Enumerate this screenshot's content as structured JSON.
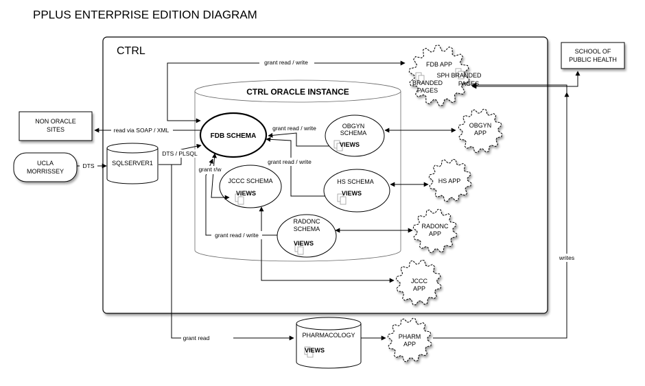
{
  "page_title": "PPLUS ENTERPRISE EDITION DIAGRAM",
  "nodes": {
    "ctrl": "CTRL",
    "oracle_instance": "CTRL ORACLE INSTANCE",
    "fdb_schema": "FDB SCHEMA",
    "obgyn_schema": [
      "OBGYN",
      "SCHEMA"
    ],
    "hs_schema": "HS SCHEMA",
    "jccc_schema": "JCCC SCHEMA",
    "radonc_schema": [
      "RADONC",
      "SCHEMA"
    ],
    "views": "VIEWS",
    "fdb_app": "FDB APP",
    "branded_pages": [
      "BRANDED",
      "PAGES"
    ],
    "sph_branded_pages": [
      "SPH BRANDED",
      "PAGES"
    ],
    "obgyn_app": [
      "OBGYN",
      "APP"
    ],
    "hs_app": "HS APP",
    "radonc_app": [
      "RADONC",
      "APP"
    ],
    "jccc_app": [
      "JCCC",
      "APP"
    ],
    "pharm_app": [
      "PHARM",
      "APP"
    ],
    "pharmacology": "PHARMACOLOGY",
    "school_of_public_health": [
      "SCHOOL OF",
      "PUBLIC HEALTH"
    ],
    "non_oracle_sites": [
      "NON ORACLE",
      "SITES"
    ],
    "ucla_morrissey": [
      "UCLA",
      "MORRISSEY"
    ],
    "sqlserver1": "SQLSERVER1"
  },
  "edge_labels": {
    "grant_rw_top": "grant read / write",
    "grant_rw_obgyn": "grant read / write",
    "grant_rw_hs": "grant read / write",
    "grant_rw_radonc": "grant read / write",
    "grant_r_w": "grant r/w",
    "read_via_soap": "read via SOAP / XML",
    "dts_plsql": "DTS / PLSQL",
    "dts": "DTS",
    "grant_read": "grant read",
    "writes": "writes"
  }
}
